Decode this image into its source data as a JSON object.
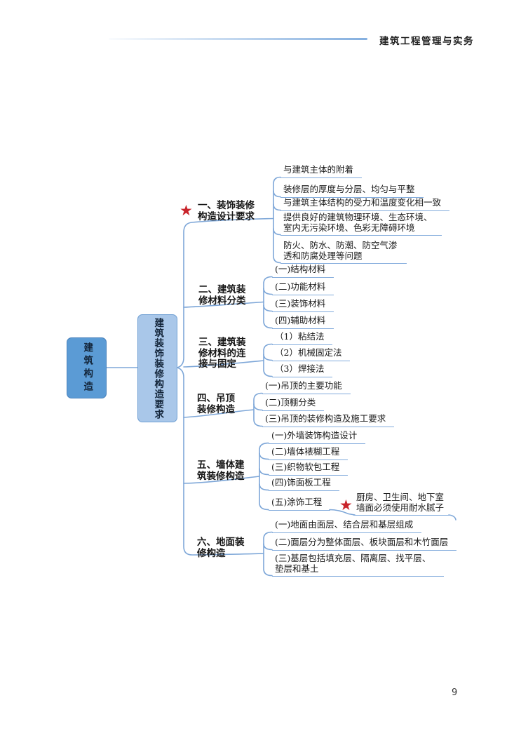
{
  "page": {
    "header_title": "建筑工程管理与实务",
    "page_number": "9"
  },
  "mindmap": {
    "root_label": "建筑构造",
    "topic_label": "建筑装饰装修构造要求",
    "branches": [
      {
        "label": "一、装饰装修构造设计要求",
        "starred": true,
        "leaves": [
          "与建筑主体的附着",
          "装修层的厚度与分层、均匀与平整",
          "与建筑主体结构的受力和温度变化相一致",
          "提供良好的建筑物理环境、生态环境、室内无污染环境、色彩无障碍环境",
          "防火、防水、防潮、防空气渗透和防腐处理等问题"
        ]
      },
      {
        "label": "二、建筑装修材料分类",
        "starred": false,
        "leaves": [
          "(一)结构材料",
          "(二)功能材料",
          "(三)装饰材料",
          "(四)辅助材料"
        ]
      },
      {
        "label": "三、建筑装修材料的连接与固定",
        "starred": false,
        "leaves": [
          "（1）粘结法",
          "（2）机械固定法",
          "（3）焊接法"
        ]
      },
      {
        "label": "四、吊顶装修构造",
        "starred": false,
        "leaves": [
          "(一)吊顶的主要功能",
          "(二)顶棚分类",
          "(三)吊顶的装修构造及施工要求"
        ]
      },
      {
        "label": "五、墙体建筑装修构造",
        "starred": false,
        "leaves": [
          "(一)外墙装饰构造设计",
          "(二)墙体裱糊工程",
          "(三)织物软包工程",
          "(四)饰面板工程",
          "(五)涂饰工程"
        ]
      },
      {
        "label": "六、地面装修构造",
        "starred": false,
        "leaves": [
          "(一)地面由面层、结合层和基层组成",
          "(二)面层分为整体面层、板块面层和木竹面层",
          "(三)基层包括填充层、隔离层、找平层、垫层和基土"
        ]
      }
    ],
    "note": {
      "text": "厨房、卫生间、地下室墙面必须使用耐水腻子",
      "starred": true
    },
    "colors": {
      "root_fill": "#5b9bd5",
      "root_border": "#4a82bc",
      "topic_fill": "#a9c7e9",
      "topic_border": "#6f9fd3",
      "connector_line": "#7ea7d8",
      "underline": "#82abdc",
      "star": "#c9242b",
      "text": "#1a1a1a"
    }
  }
}
